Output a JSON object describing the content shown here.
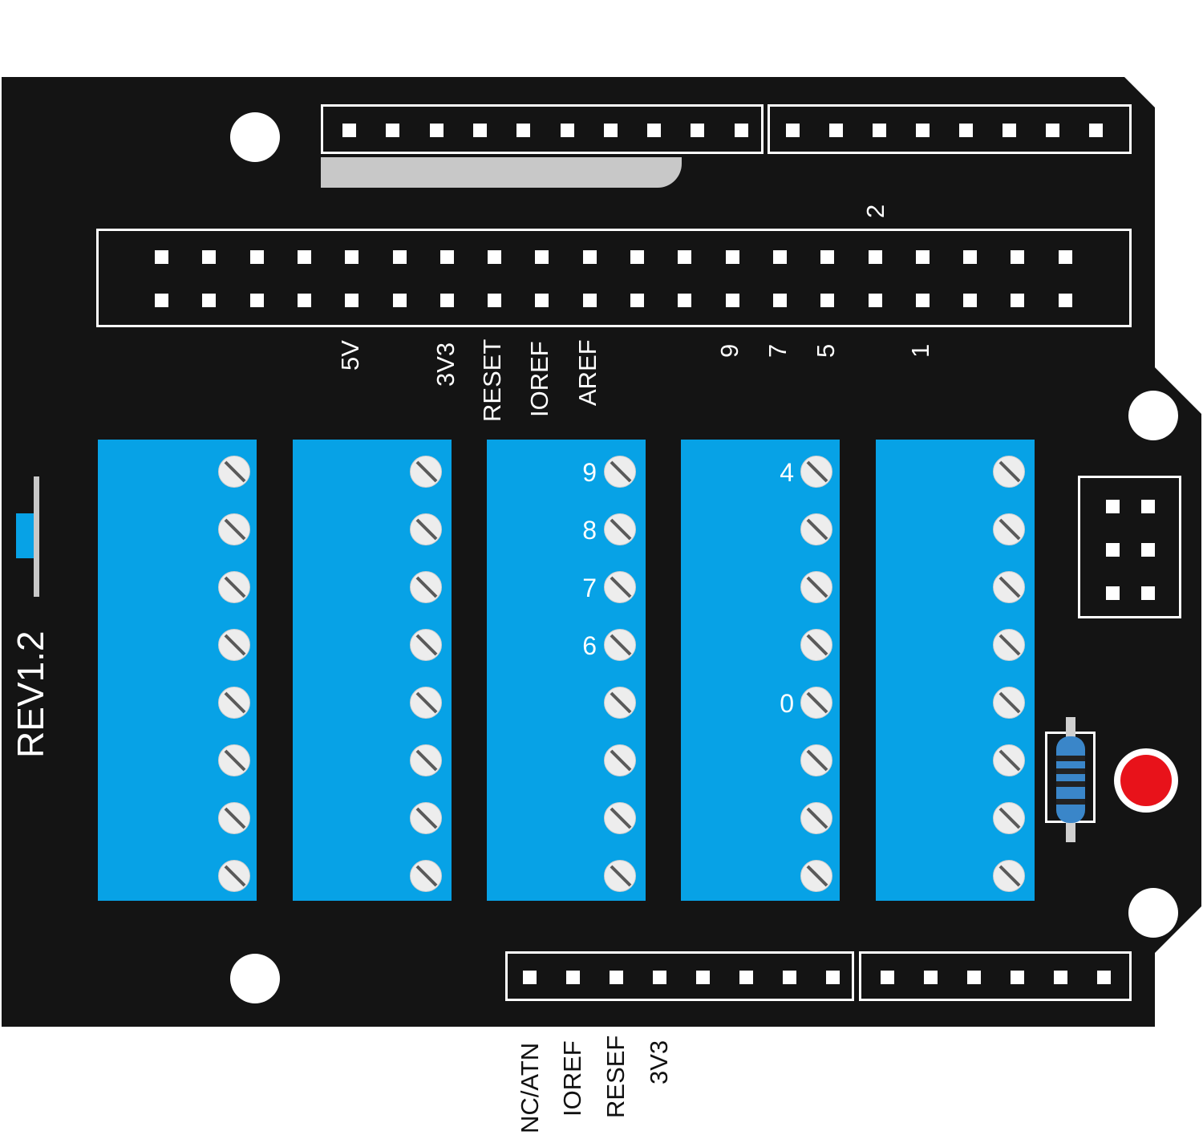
{
  "board": {
    "revision": "REV1.2",
    "top_digit": "2",
    "header_labels": [
      "5V",
      "3V3",
      "RESET",
      "IOREF",
      "AREF",
      "9",
      "7",
      "5",
      "1"
    ],
    "bottom_labels": [
      "NC/ATN",
      "IOREF",
      "RESEF",
      "3V3"
    ],
    "terminal_labels": {
      "block3": [
        "9",
        "8",
        "7",
        "6"
      ],
      "block4": [
        "4",
        "0"
      ]
    },
    "colors": {
      "pcb": "#141414",
      "terminal_block": "#07a2e6",
      "led": "#e8121a",
      "silkscreen": "#ffffff"
    }
  }
}
